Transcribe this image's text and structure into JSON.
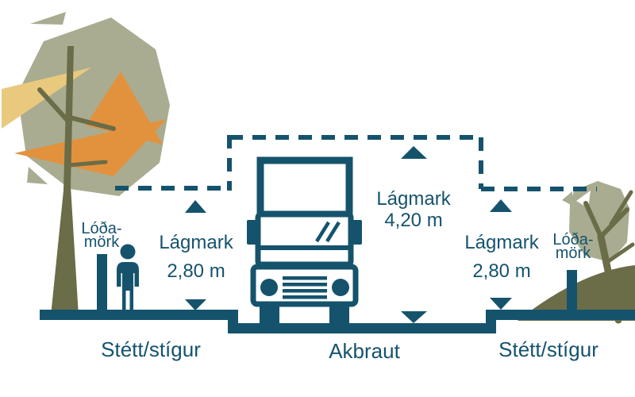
{
  "diagram": {
    "left_boundary_label": {
      "line1": "Lóða-",
      "line2": "mörk"
    },
    "right_boundary_label": {
      "line1": "Lóða-",
      "line2": "mörk"
    },
    "left_clearance": {
      "title": "Lágmark",
      "value": "2,80 m"
    },
    "center_clearance": {
      "title": "Lágmark",
      "value": "4,20 m"
    },
    "right_clearance": {
      "title": "Lágmark",
      "value": "2,80 m"
    },
    "zones": {
      "left": "Stétt/stígur",
      "center": "Akbraut",
      "right": "Stétt/stígur"
    }
  },
  "icons": {
    "up_arrow": "▲",
    "down_arrow": "▼",
    "truck": "svg-truck-front",
    "person": "svg-pedestrian",
    "tree_left": "svg-tree-large",
    "tree_right": "svg-tree-small",
    "boundary_post": "svg-post",
    "clearance_envelope": "svg-dashed-outline"
  },
  "colors": {
    "teal": "#15536d",
    "canopy": "#a9ac91",
    "orange": "#e2923d",
    "tan": "#e9c97e",
    "trunk": "#6b6c48"
  }
}
